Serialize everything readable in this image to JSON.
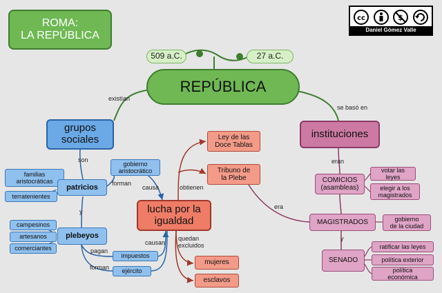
{
  "title_box": "ROMA:\nLA REPÚBLICA",
  "dates": {
    "start": "509 a.C.",
    "end": "27 a.C."
  },
  "license": {
    "author": "Daniel Gómez Valle",
    "icons": [
      "cc-icon",
      "attribution-icon",
      "noncommercial-icon",
      "sharealike-icon"
    ]
  },
  "central": "REPÚBLICA",
  "links": {
    "existian": "existían",
    "se_baso_en": "se basó en",
    "son": "son",
    "y": "y",
    "forman_1": "forman",
    "causa": "causa",
    "obtienen": "obtienen",
    "eran": "eran",
    "era": "era",
    "y_2": "y",
    "pagan": "pagan",
    "forman_2": "forman",
    "causan": "causan",
    "quedan_excluidos": "quedan\nexcluidos"
  },
  "nodes": {
    "grupos_sociales": "grupos\nsociales",
    "instituciones": "instituciones",
    "familias": "familias\naristocráticas",
    "terratenientes": "terratenientes",
    "patricios": "patricios",
    "gobierno_aristocratico": "gobierno\naristocrático",
    "campesinos": "campesinos",
    "artesanos": "artesanos",
    "comerciantes": "comerciantes",
    "plebeyos": "plebeyos",
    "impuestos": "impuestos",
    "ejercito": "ejército",
    "lucha": "lucha por la\nigualdad",
    "ley": "Ley de las\nDoce Tablas",
    "tribuno": "Tribuno de\nla Plebe",
    "mujeres": "mujeres",
    "esclavos": "esclavos",
    "comicios": "COMICIOS\n(asambleas)",
    "votar": "votar las\nleyes",
    "elegir": "elegir a los\nmagistrados",
    "magistrados": "MAGISTRADOS",
    "gobierno_ciudad": "gobierno\nde la ciudad",
    "senado": "SENADO",
    "ratificar": "ratificar las leyes",
    "politica_exterior": "política exterior",
    "politica_economica": "política\neconómica"
  },
  "colors": {
    "green": "#6fb854",
    "blue": "#6aa8e6",
    "pink": "#cc79a3",
    "salmon": "#ee7c67",
    "green_line": "#3e7d2f",
    "blue_line": "#2a63a6",
    "red_line": "#a1372a",
    "pink_line": "#8c3a66"
  }
}
